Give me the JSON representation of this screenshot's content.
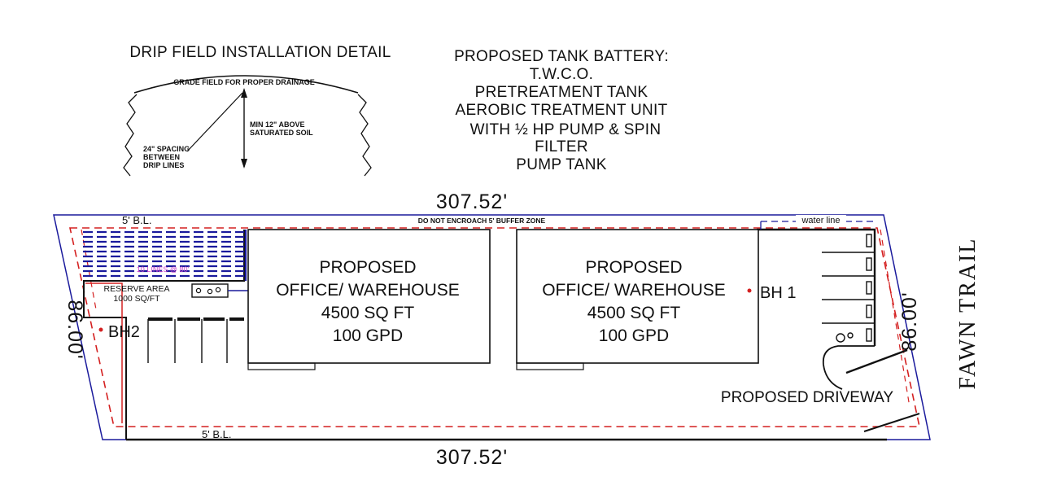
{
  "detail": {
    "title": "DRIP FIELD INSTALLATION DETAIL",
    "grade_note": "GRADE FIELD FOR PROPER DRAINAGE",
    "min_note_line1": "MIN 12\" ABOVE",
    "min_note_line2": "SATURATED SOIL",
    "spacing_line1": "24\" SPACING",
    "spacing_line2": "BETWEEN",
    "spacing_line3": "DRIP LINES"
  },
  "tank_battery": {
    "line1": "PROPOSED TANK BATTERY:",
    "line2": "T.W.C.O.",
    "line3": "PRETREATMENT TANK",
    "line4": "AEROBIC TREATMENT UNIT",
    "line5": "WITH ½ HP PUMP & SPIN",
    "line6": "FILTER",
    "line7": "PUMP TANK"
  },
  "site": {
    "top_dimension": "307.52'",
    "bottom_dimension": "307.52'",
    "left_dimension": "86.00'",
    "right_dimension": "86.00'",
    "bl_top": "5' B.L.",
    "bl_bottom": "5' B.L.",
    "buffer_note": "DO NOT ENCROACH 5' BUFFER ZONE",
    "water_line": "water line",
    "drip_lines_label": "10 LINES @ 80'",
    "reserve_line1": "RESERVE AREA",
    "reserve_line2": "1000 SQ/FT",
    "bh2": "BH2",
    "bh1": "BH 1",
    "driveway": "PROPOSED DRIVEWAY",
    "road": "FAWN TRAIL"
  },
  "buildings": [
    {
      "line1": "PROPOSED",
      "line2": "OFFICE/ WAREHOUSE",
      "line3": "4500 SQ FT",
      "line4": "100 GPD"
    },
    {
      "line1": "PROPOSED",
      "line2": "OFFICE/ WAREHOUSE",
      "line3": "4500 SQ FT",
      "line4": "100 GPD"
    }
  ],
  "colors": {
    "property_line": "#1a1a9c",
    "buffer_line": "#d42020",
    "drip_lines": "#1a1a9c",
    "ink": "#111111"
  }
}
